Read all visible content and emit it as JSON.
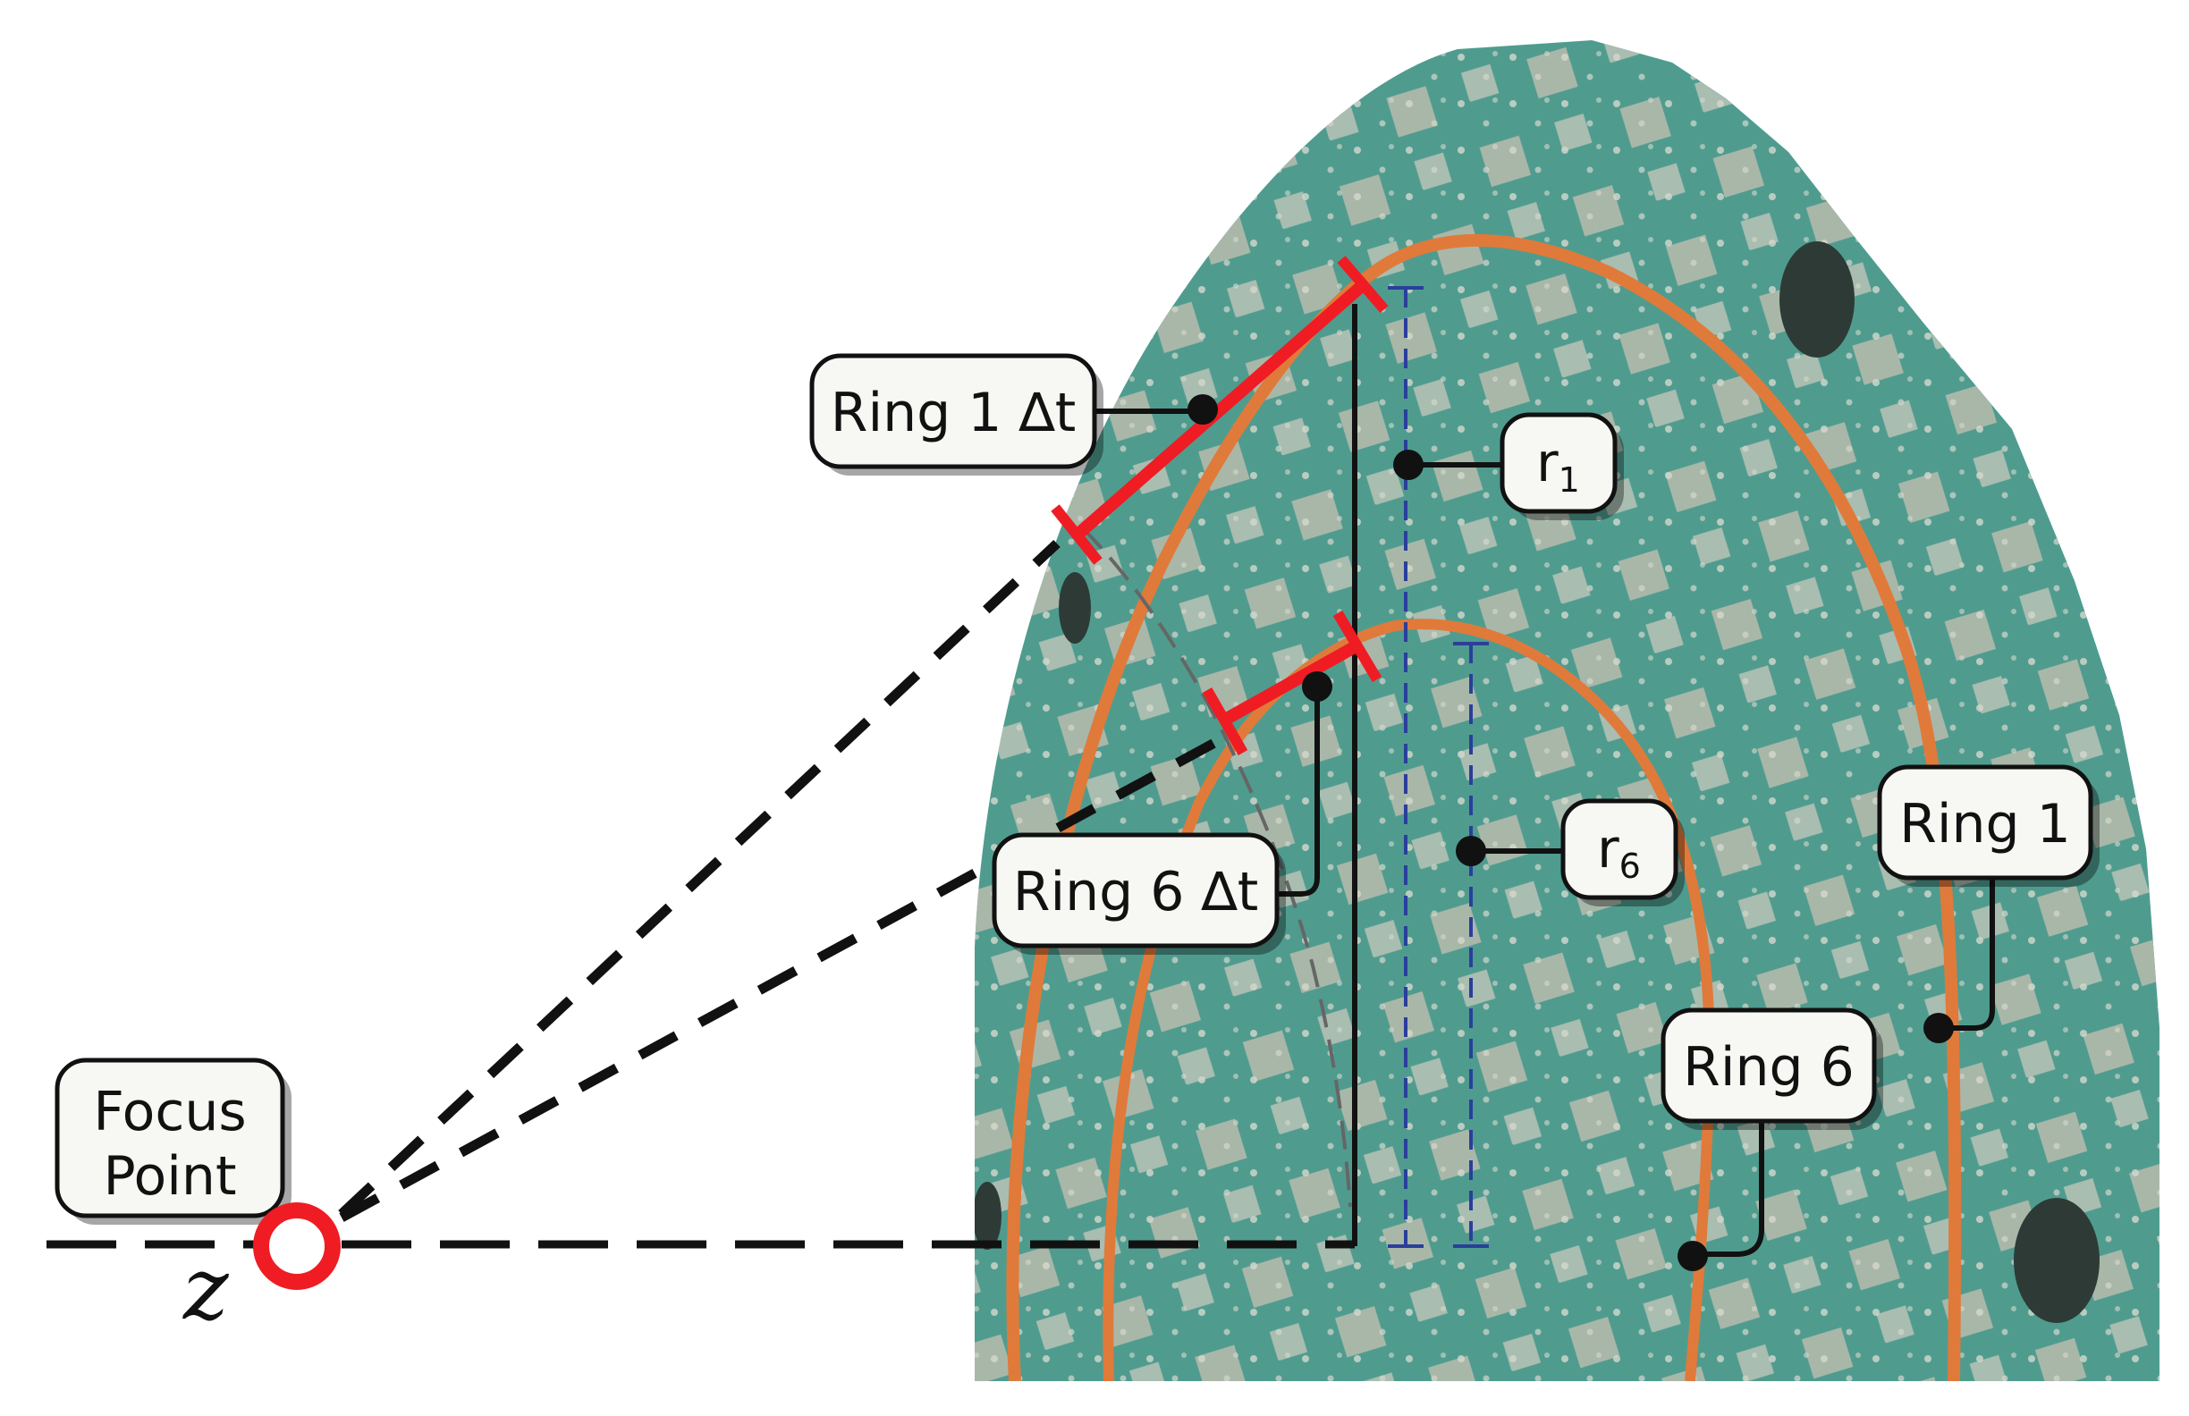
{
  "labels": {
    "ring1_dt": "Ring 1 ∆t",
    "ring6_dt": "Ring 6 ∆t",
    "r1_base": "r",
    "r1_sub": "1",
    "r6_base": "r",
    "r6_sub": "6",
    "ring1": "Ring 1",
    "ring6": "Ring 6",
    "focus_line1": "Focus",
    "focus_line2": "Point",
    "z": "z"
  },
  "colors": {
    "board_green": "#4f9c8f",
    "board_edge": "#6fd0c5",
    "ring_orange": "#e07a3a",
    "delta_red": "#ef1c24",
    "radius_blue": "#2a3f9a",
    "line_black": "#111111",
    "pad_grey": "#b9bcae"
  },
  "icons": {
    "focus_marker": "red-ring-circle",
    "leader_dot": "black-dot"
  }
}
